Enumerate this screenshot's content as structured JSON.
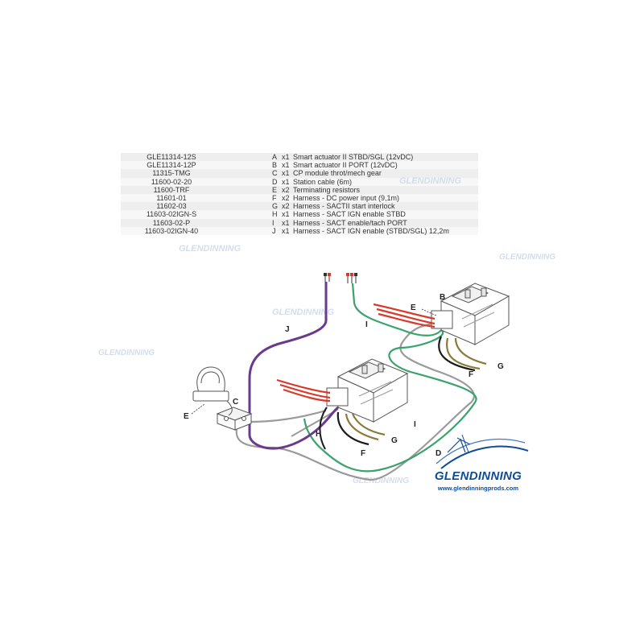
{
  "parts": [
    {
      "code": "GLE11314-12S",
      "letter": "A",
      "qty": "x1",
      "desc": "Smart actuator II STBD/SGL (12vDC)"
    },
    {
      "code": "GLE11314-12P",
      "letter": "B",
      "qty": "x1",
      "desc": "Smart actuator II PORT (12vDC)"
    },
    {
      "code": "11315-TMG",
      "letter": "C",
      "qty": "x1",
      "desc": "CP module throt/mech gear"
    },
    {
      "code": "11600-02-20",
      "letter": "D",
      "qty": "x1",
      "desc": "Station cable (6m)"
    },
    {
      "code": "11600-TRF",
      "letter": "E",
      "qty": "x2",
      "desc": "Terminating resistors"
    },
    {
      "code": "11601-01",
      "letter": "F",
      "qty": "x2",
      "desc": "Harness - DC power input (9,1m)"
    },
    {
      "code": "11602-03",
      "letter": "G",
      "qty": "x2",
      "desc": "Harness - SACTII start interlock"
    },
    {
      "code": "11603-02IGN-S",
      "letter": "H",
      "qty": "x1",
      "desc": "Harness - SACT IGN enable STBD"
    },
    {
      "code": "11603-02-P",
      "letter": "I",
      "qty": "x1",
      "desc": "Harness - SACT enable/tach PORT"
    },
    {
      "code": "11603-02IGN-40",
      "letter": "J",
      "qty": "x1",
      "desc": "Harness - SACT IGN enable (STBD/SGL) 12,2m"
    }
  ],
  "labels": {
    "b": "B",
    "c": "C",
    "d": "D",
    "e_top": "E",
    "e_left": "E",
    "f_top": "F",
    "f_bottom": "F",
    "g_top": "G",
    "g_bottom": "G",
    "h": "H",
    "i_top": "I",
    "i_bottom": "I",
    "j": "J"
  },
  "watermark": "GLENDINNING",
  "brand": {
    "name": "GLENDINNING",
    "url": "www.glendinningprods.com"
  },
  "colors": {
    "harness_j": "#6a3a8e",
    "harness_i": "#3aa36c",
    "station_cable": "#9a9a9a",
    "power_red": "#d83a2a",
    "black_wire": "#1a1a1a",
    "olive_wire": "#8a7a3a",
    "brand_blue": "#0f4c97"
  }
}
